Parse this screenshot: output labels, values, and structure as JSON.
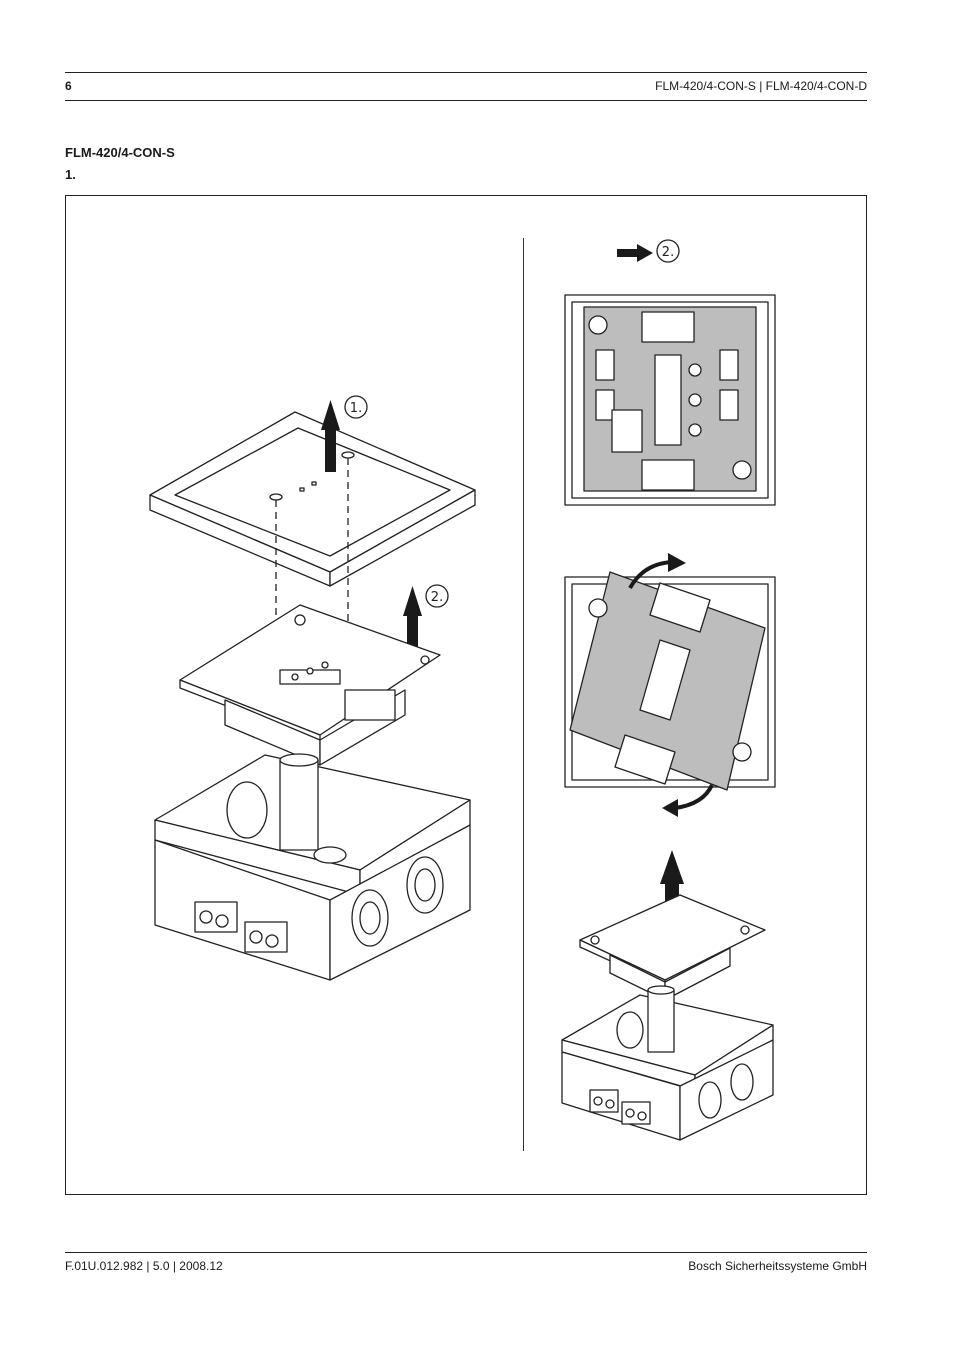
{
  "header": {
    "page_number": "6",
    "title": "FLM-420/4-CON-S | FLM-420/4-CON-D"
  },
  "section": {
    "title": "FLM-420/4-CON-S",
    "step": "1."
  },
  "figure": {
    "callout_1": "1.",
    "callout_2": "2.",
    "callout_right": "2."
  },
  "footer": {
    "left": "F.01U.012.982 | 5.0 | 2008.12",
    "right": "Bosch Sicherheitssysteme GmbH"
  }
}
